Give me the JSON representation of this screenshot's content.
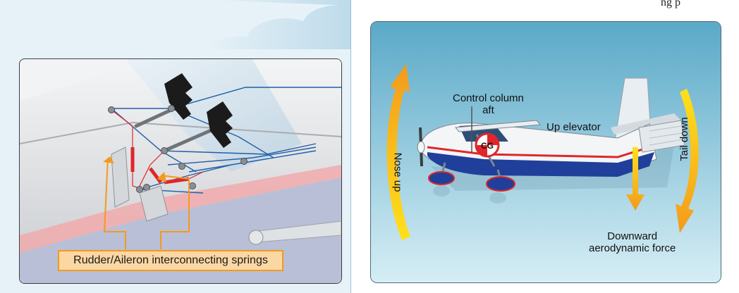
{
  "left_figure": {
    "callout": "Rudder/Aileron interconnecting springs"
  },
  "right_figure": {
    "top_text": "ng p",
    "cg_label": "CG",
    "control_column_line1": "Control column",
    "control_column_line2": "aft",
    "up_elevator": "Up elevator",
    "nose_up": "Nose up",
    "tail_down": "Tail down",
    "downward_line1": "Downward",
    "downward_line2": "aerodynamic force"
  },
  "colors": {
    "sky_top": "#5aa9c8",
    "sky_bottom": "#cfe9f2",
    "arrow_orange": "#f39a1d",
    "arrow_yellow": "#ffe11a",
    "spring_red": "#e0262a",
    "cable_blue": "#1f5fa8",
    "fuselage_blue": "#1f3f9a"
  }
}
